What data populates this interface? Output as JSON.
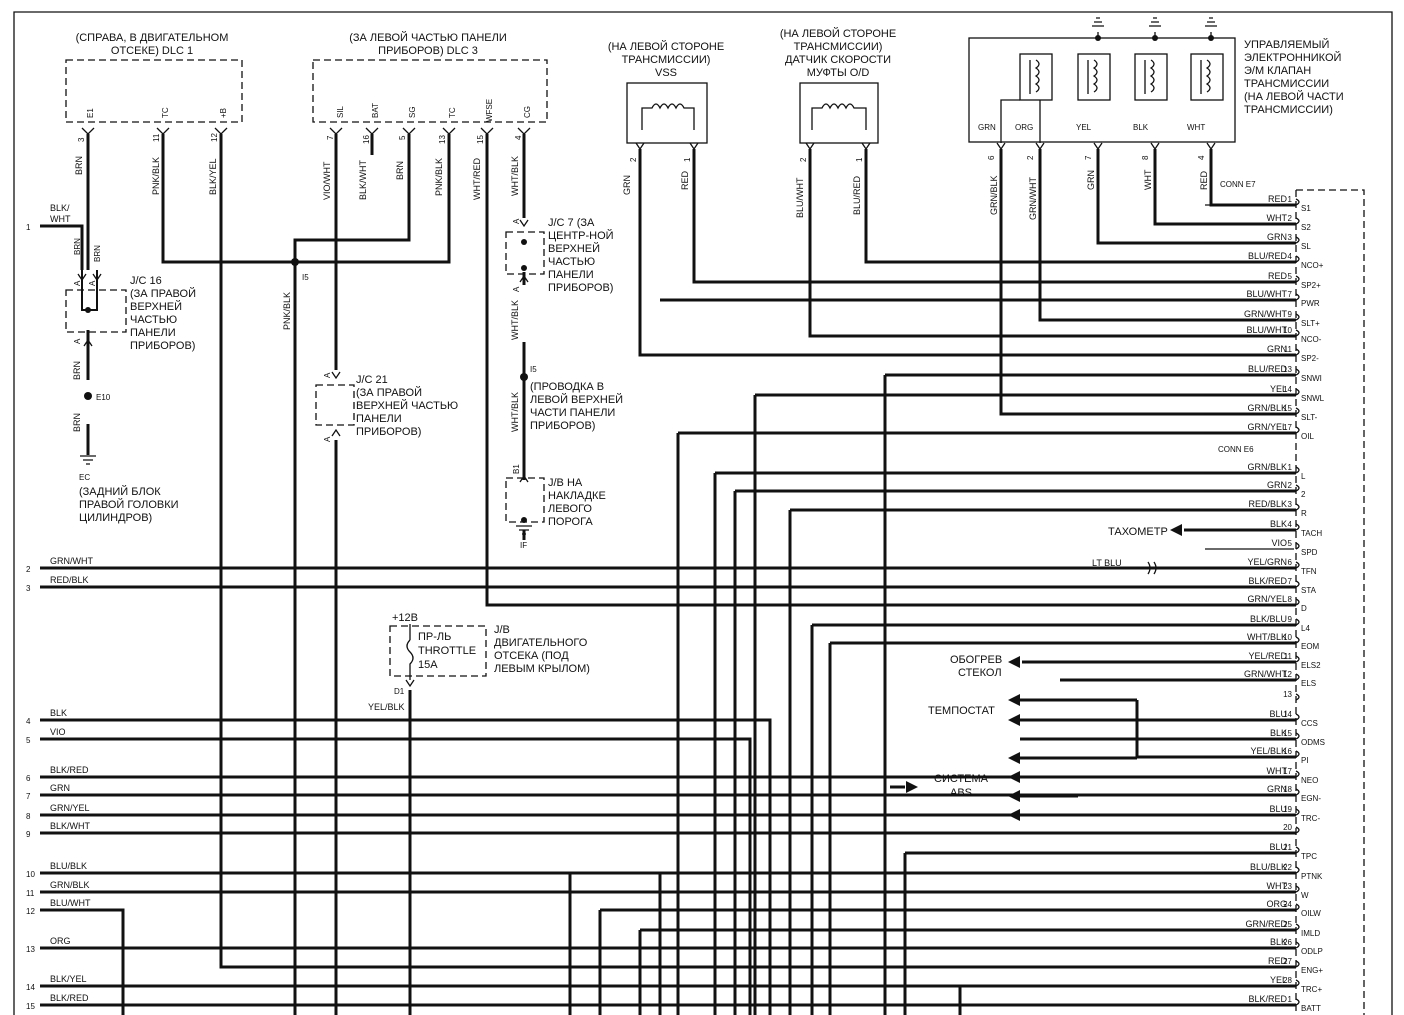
{
  "dlc1": {
    "title1": "(СПРАВА, В ДВИГАТЕЛЬНОМ",
    "title2": "ОТСЕКЕ) DLC 1",
    "pins": [
      {
        "n": "3",
        "name": "E1",
        "wire": "BRN"
      },
      {
        "n": "11",
        "name": "TC",
        "wire": "PNK/BLK"
      },
      {
        "n": "12",
        "name": "+B",
        "wire": "BLK/YEL"
      }
    ]
  },
  "dlc3": {
    "title1": "(ЗА ЛЕВОЙ ЧАСТЬЮ ПАНЕЛИ",
    "title2": "ПРИБОРОВ) DLC 3",
    "pins": [
      {
        "n": "7",
        "name": "SIL",
        "wire": "VIO/WHT"
      },
      {
        "n": "16",
        "name": "BAT",
        "wire": "BLK/WHT"
      },
      {
        "n": "5",
        "name": "SG",
        "wire": "BRN"
      },
      {
        "n": "13",
        "name": "TC",
        "wire": "PNK/BLK"
      },
      {
        "n": "15",
        "name": "WFSE",
        "wire": "WHT/RED"
      },
      {
        "n": "4",
        "name": "CG",
        "wire": "WHT/BLK"
      }
    ]
  },
  "vss": {
    "l1": "(НА ЛЕВОЙ СТОРОНЕ",
    "l2": "ТРАНСМИССИИ)",
    "l3": "VSS",
    "p1": "2",
    "w1": "GRN",
    "p2": "1",
    "w2": "RED"
  },
  "od": {
    "l1": "(НА ЛЕВОЙ СТОРОНЕ",
    "l2": "ТРАНСМИССИИ)",
    "l3": "ДАТЧИК СКОРОСТИ",
    "l4": "МУФТЫ O/D",
    "p1": "2",
    "w1": "BLU/WHT",
    "p2": "1",
    "w2": "BLU/RED"
  },
  "solenoid": {
    "lines": [
      "УПРАВЛЯЕМЫЙ",
      "ЭЛЕКТРОННИКОЙ",
      "Э/М КЛАПАН",
      "ТРАНСМИССИИ",
      "(НА ЛЕВОЙ ЧАСТИ",
      "ТРАНСМИССИИ)"
    ],
    "pins": [
      {
        "n": "6",
        "name": "GRN",
        "wire": "GRN/BLK"
      },
      {
        "n": "2",
        "name": "ORG",
        "wire": "GRN/WHT"
      },
      {
        "n": "7",
        "name": "YEL",
        "wire": "GRN"
      },
      {
        "n": "8",
        "name": "BLK",
        "wire": "WHT"
      },
      {
        "n": "4",
        "name": "WHT",
        "wire": "RED"
      }
    ]
  },
  "jc16": {
    "lines": [
      "J/C 16",
      "(ЗА ПРАВОЙ",
      "ВЕРХНЕЙ",
      "ЧАСТЬЮ",
      "ПАНЕЛИ",
      "ПРИБОРОВ)"
    ],
    "pinA": "A",
    "wire": "BRN"
  },
  "e10": "E10",
  "ec": {
    "pin": "EC",
    "lines": [
      "(ЗАДНИЙ БЛОК",
      "ПРАВОЙ ГОЛОВКИ",
      "ЦИЛИНДРОВ)"
    ]
  },
  "i5a": "I5",
  "i5b": "I5",
  "jc21": {
    "lines": [
      "J/C 21",
      "(ЗА ПРАВОЙ",
      "ВЕРХНЕЙ ЧАСТЬЮ",
      "ПАНЕЛИ",
      "ПРИБОРОВ)"
    ],
    "wire": "PNK/BLK",
    "pinA": "A"
  },
  "jc7": {
    "lines": [
      "J/C 7 (ЗА",
      "ЦЕНТР-НОЙ",
      "ВЕРХНЕЙ",
      "ЧАСТЬЮ",
      "ПАНЕЛИ",
      "ПРИБОРОВ)"
    ],
    "wire": "WHT/BLK",
    "pinA": "A"
  },
  "wiring": {
    "lines": [
      "(ПРОВОДКА В",
      "ЛЕВОЙ ВЕРХНЕЙ",
      "ЧАСТИ ПАНЕЛИ",
      "ПРИБОРОВ)"
    ],
    "wire": "WHT/BLK"
  },
  "jb": {
    "lines": [
      "J/B НА",
      "НАКЛАДКЕ",
      "ЛЕВОГО",
      "ПОРОГА"
    ],
    "pin": "B1",
    "ground": "IF"
  },
  "fuse": {
    "supply": "+12B",
    "lines": [
      "ПР-ЛЬ",
      "THROTTLE",
      "15A"
    ],
    "box": [
      "J/B",
      "ДВИГАТЕЛЬНОГО",
      "ОТСЕКА (ПОД",
      "ЛЕВЫМ КРЫЛОМ)"
    ],
    "pin": "D1",
    "wire": "YEL/BLK"
  },
  "left_wires": [
    {
      "n": "1",
      "c": "BLK/\nWHT"
    },
    {
      "n": "2",
      "c": "GRN/WHT"
    },
    {
      "n": "3",
      "c": "RED/BLK"
    },
    {
      "n": "4",
      "c": "BLK"
    },
    {
      "n": "5",
      "c": "VIO"
    },
    {
      "n": "6",
      "c": "BLK/RED"
    },
    {
      "n": "7",
      "c": "GRN"
    },
    {
      "n": "8",
      "c": "GRN/YEL"
    },
    {
      "n": "9",
      "c": "BLK/WHT"
    },
    {
      "n": "10",
      "c": "BLU/BLK"
    },
    {
      "n": "11",
      "c": "GRN/BLK"
    },
    {
      "n": "12",
      "c": "BLU/WHT"
    },
    {
      "n": "13",
      "c": "ORG"
    },
    {
      "n": "14",
      "c": "BLK/YEL"
    },
    {
      "n": "15",
      "c": "BLK/RED"
    }
  ],
  "conn_e7": {
    "title": "CONN E7",
    "pins": [
      {
        "n": "1",
        "c": "RED",
        "s": "S1"
      },
      {
        "n": "2",
        "c": "WHT",
        "s": "S2"
      },
      {
        "n": "3",
        "c": "GRN",
        "s": "SL"
      },
      {
        "n": "4",
        "c": "BLU/RED",
        "s": "NCO+"
      },
      {
        "n": "5",
        "c": "RED",
        "s": "SP2+"
      },
      {
        "n": "7",
        "c": "BLU/WHT",
        "s": "PWR"
      },
      {
        "n": "9",
        "c": "GRN/WHT",
        "s": "SLT+"
      },
      {
        "n": "10",
        "c": "BLU/WHT",
        "s": "NCO-"
      },
      {
        "n": "11",
        "c": "GRN",
        "s": "SP2-"
      },
      {
        "n": "13",
        "c": "BLU/RED",
        "s": "SNWI"
      },
      {
        "n": "14",
        "c": "YEL",
        "s": "SNWL"
      },
      {
        "n": "15",
        "c": "GRN/BLK",
        "s": "SLT-"
      },
      {
        "n": "17",
        "c": "GRN/YEL",
        "s": "OIL"
      }
    ]
  },
  "conn_e6": {
    "title": "CONN E6",
    "pins": [
      {
        "n": "1",
        "c": "GRN/BLK",
        "s": "L"
      },
      {
        "n": "2",
        "c": "GRN",
        "s": "2"
      },
      {
        "n": "3",
        "c": "RED/BLK",
        "s": "R"
      },
      {
        "n": "4",
        "c": "BLK",
        "s": "TACH"
      },
      {
        "n": "5",
        "c": "VIO",
        "s": "SPD"
      },
      {
        "n": "6",
        "c": "YEL/GRN",
        "s": "TFN"
      },
      {
        "n": "7",
        "c": "BLK/RED",
        "s": "STA"
      },
      {
        "n": "8",
        "c": "GRN/YEL",
        "s": "D"
      },
      {
        "n": "9",
        "c": "BLK/BLU",
        "s": "L4"
      },
      {
        "n": "10",
        "c": "WHT/BLK",
        "s": "EOM"
      },
      {
        "n": "11",
        "c": "YEL/RED",
        "s": "ELS2"
      },
      {
        "n": "12",
        "c": "GRN/WHT",
        "s": "ELS"
      },
      {
        "n": "13",
        "c": "",
        "s": ""
      },
      {
        "n": "14",
        "c": "BLU",
        "s": "CCS"
      },
      {
        "n": "15",
        "c": "BLK",
        "s": "ODMS"
      },
      {
        "n": "16",
        "c": "YEL/BLK",
        "s": "PI"
      },
      {
        "n": "17",
        "c": "WHT",
        "s": "NEO"
      },
      {
        "n": "18",
        "c": "GRN",
        "s": "EGN-"
      },
      {
        "n": "19",
        "c": "BLU",
        "s": "TRC-"
      },
      {
        "n": "20",
        "c": "",
        "s": ""
      },
      {
        "n": "21",
        "c": "BLU",
        "s": "TPC"
      },
      {
        "n": "22",
        "c": "BLU/BLK",
        "s": "PTNK"
      },
      {
        "n": "23",
        "c": "WHT",
        "s": "W"
      },
      {
        "n": "24",
        "c": "ORG",
        "s": "OILW"
      },
      {
        "n": "25",
        "c": "GRN/RED",
        "s": "IMLD"
      },
      {
        "n": "26",
        "c": "BLK",
        "s": "ODLP"
      },
      {
        "n": "27",
        "c": "RED",
        "s": "ENG+"
      },
      {
        "n": "28",
        "c": "YEL",
        "s": "TRC+"
      },
      {
        "n": "1",
        "c": "BLK/RED",
        "s": "BATT"
      }
    ]
  },
  "tach": "ТАХОМЕТР",
  "ltblu": "LT BLU",
  "defog": {
    "l1": "ОБОГРЕВ",
    "l2": "СТЕКОЛ"
  },
  "cruise": "ТЕМПОСТАТ",
  "abs": {
    "l1": "СИСТЕМА",
    "l2": "ABS"
  }
}
